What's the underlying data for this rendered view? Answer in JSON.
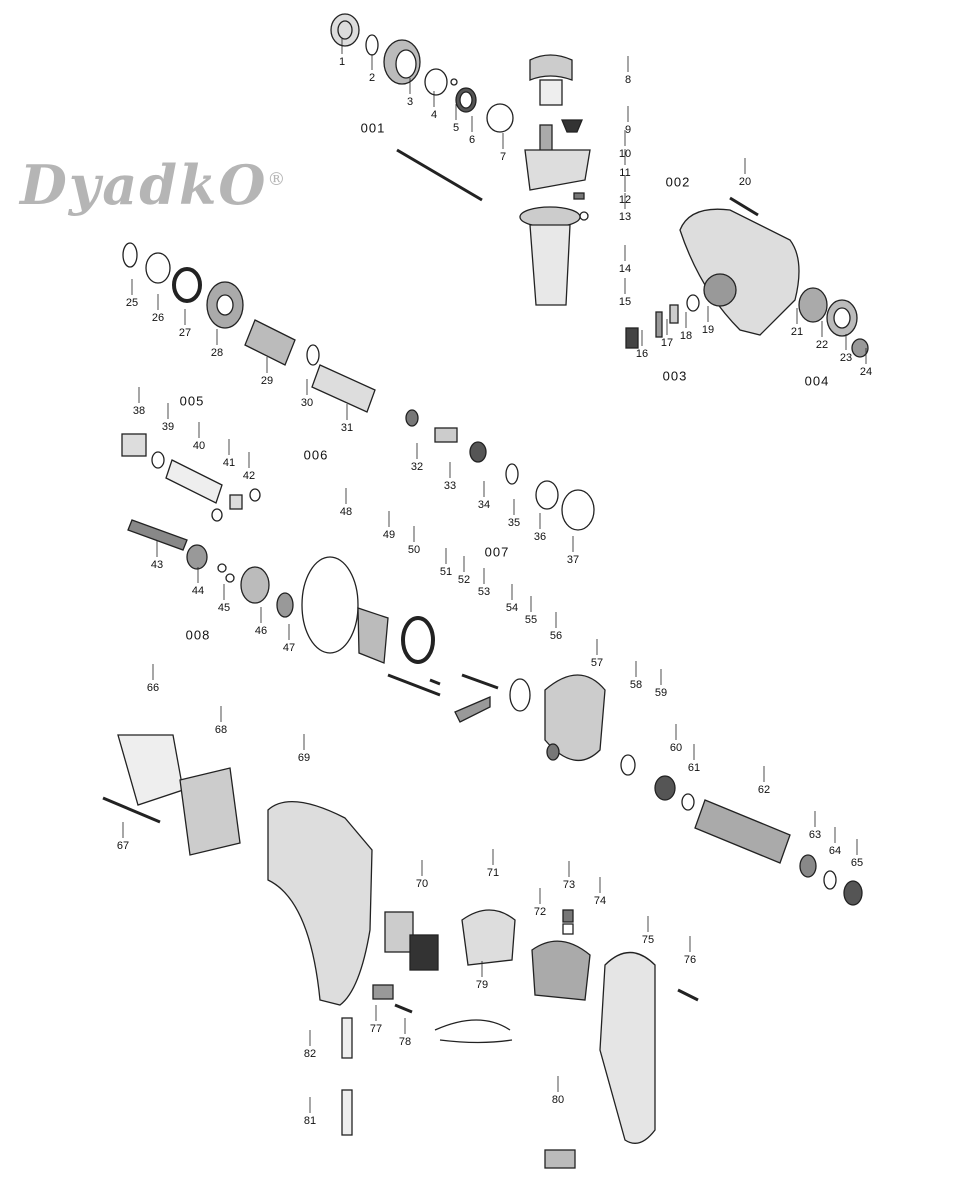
{
  "diagram": {
    "title": "Rotary hammer exploded parts diagram",
    "watermark": "DyadkO",
    "watermark_mark": "®",
    "group_labels": [
      "001",
      "002",
      "003",
      "004",
      "005",
      "006",
      "007",
      "008"
    ],
    "part_labels": [
      "1",
      "2",
      "3",
      "4",
      "5",
      "6",
      "7",
      "8",
      "9",
      "10",
      "11",
      "12",
      "13",
      "14",
      "15",
      "16",
      "17",
      "18",
      "19",
      "20",
      "21",
      "22",
      "23",
      "24",
      "25",
      "26",
      "27",
      "28",
      "29",
      "30",
      "31",
      "32",
      "33",
      "34",
      "35",
      "36",
      "37",
      "38",
      "39",
      "40",
      "41",
      "42",
      "43",
      "44",
      "45",
      "46",
      "47",
      "48",
      "49",
      "50",
      "51",
      "52",
      "53",
      "54",
      "55",
      "56",
      "57",
      "58",
      "59",
      "60",
      "61",
      "62",
      "63",
      "64",
      "65",
      "66",
      "67",
      "68",
      "69",
      "70",
      "71",
      "72",
      "73",
      "74",
      "75",
      "76",
      "77",
      "78",
      "79",
      "80",
      "81",
      "82"
    ]
  }
}
